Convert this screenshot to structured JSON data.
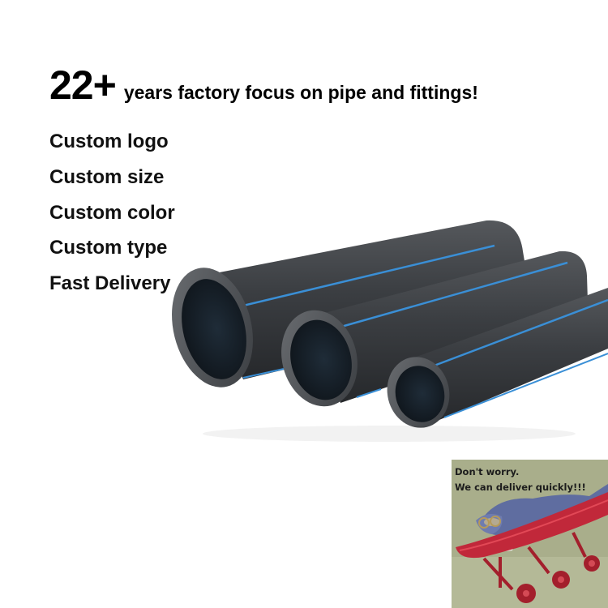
{
  "headline": {
    "number": "22+",
    "text": "years factory focus on pipe and fittings!"
  },
  "features": [
    "Custom logo",
    "Custom size",
    "Custom color",
    "Custom type",
    "Fast Delivery"
  ],
  "product_image": {
    "subject": "three black HDPE pipes with blue stripes",
    "pipe_color": "#3a3d40",
    "stripe_color": "#3a8fd6"
  },
  "meme": {
    "line1": "Don't worry.",
    "line2": "We can deliver quickly!!!",
    "background": "#a9ae8b"
  }
}
